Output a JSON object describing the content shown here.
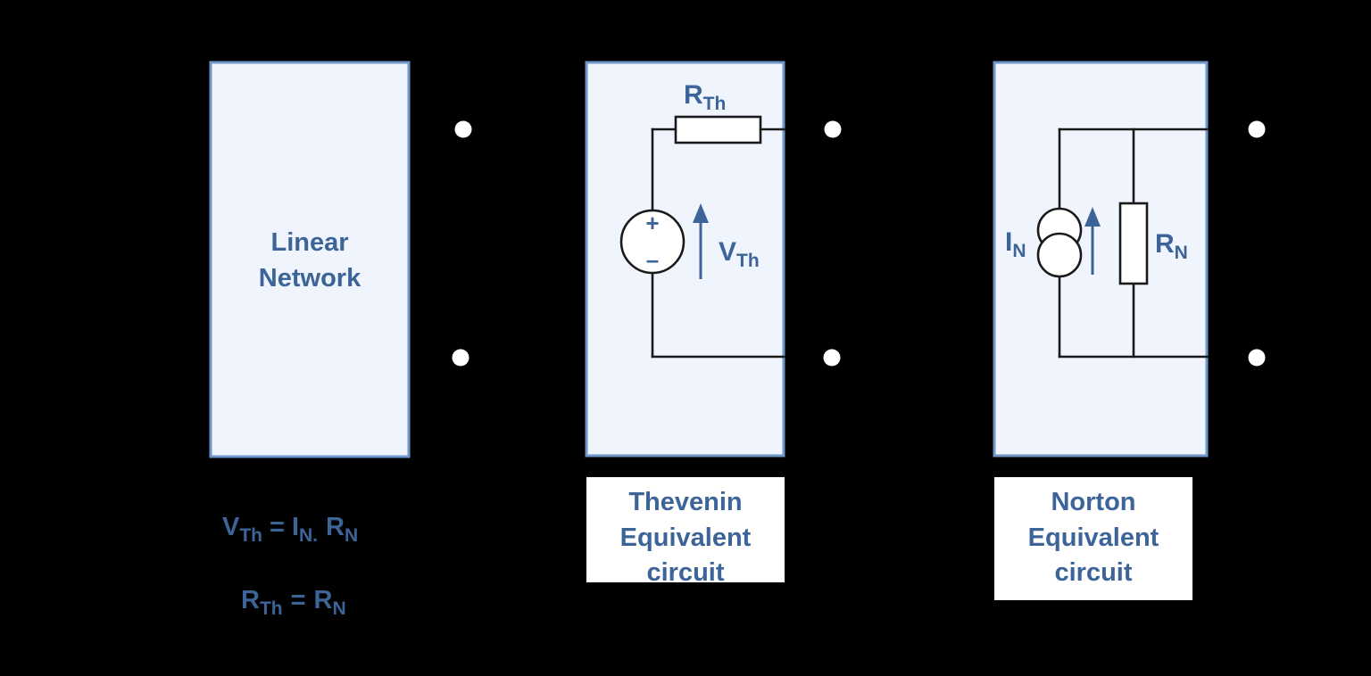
{
  "figure": {
    "title_visible": false,
    "background_color": "#000000",
    "box_fill": "#eff4fd",
    "box_stroke": "#6f96c8",
    "text_color": "#3d6498",
    "wire_color": "#1a1a1a",
    "terminal_color": "#ffffff",
    "caption_bg": "#ffffff"
  },
  "panels": {
    "linear_network": {
      "label_line1": "Linear",
      "label_line2": "Network"
    },
    "thevenin": {
      "resistor_label_main": "R",
      "resistor_label_sub": "Th",
      "source_plus": "+",
      "source_minus": "–",
      "voltage_label_main": "V",
      "voltage_label_sub": "Th",
      "caption_line1": "Thevenin",
      "caption_line2": "Equivalent",
      "caption_line3": "circuit"
    },
    "norton": {
      "current_label_main": "I",
      "current_label_sub": "N",
      "resistor_label_main": "R",
      "resistor_label_sub": "N",
      "caption_line1": "Norton",
      "caption_line2": "Equivalent",
      "caption_line3": "circuit"
    }
  },
  "equations": {
    "eq1": {
      "lhs_main": "V",
      "lhs_sub": "Th",
      "operator": "=",
      "rhs_a_main": "I",
      "rhs_a_sub": "N",
      "dot": ".",
      "rhs_b_main": "R",
      "rhs_b_sub": "N",
      "plain": "V_Th = I_N . R_N"
    },
    "eq2": {
      "lhs_main": "R",
      "lhs_sub": "Th",
      "operator": "=",
      "rhs_main": "R",
      "rhs_sub": "N",
      "plain": "R_Th = R_N"
    }
  },
  "terminals": {
    "count": 6,
    "description": "white circular terminal dots at right of each panel"
  }
}
